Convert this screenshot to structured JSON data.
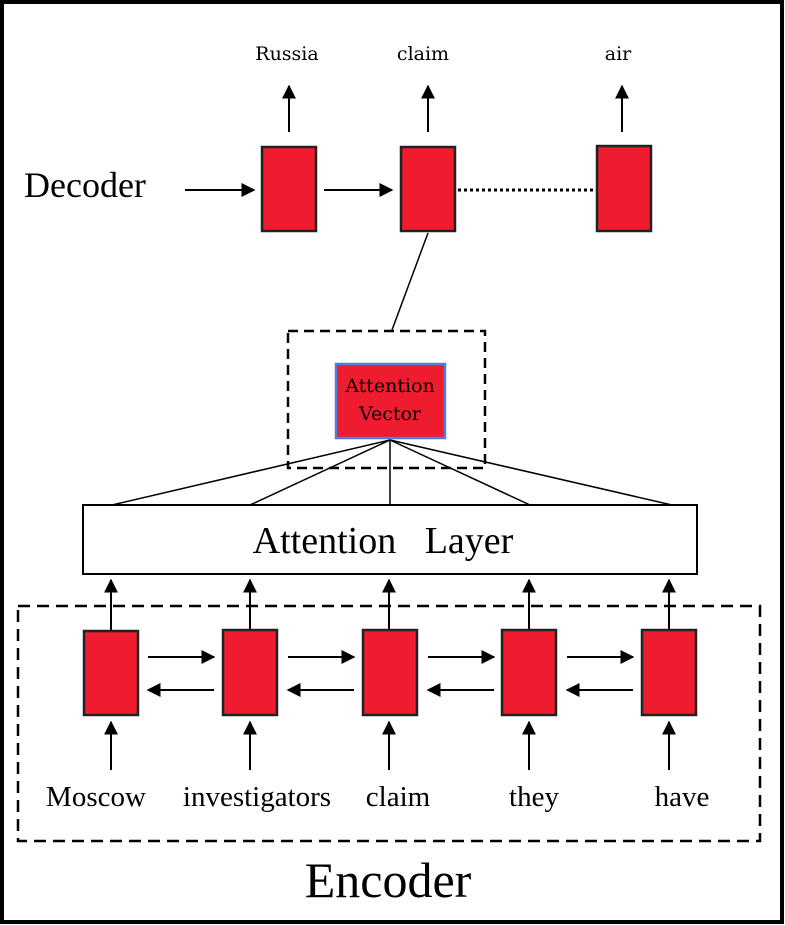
{
  "decoder": {
    "label": "Decoder",
    "outputs": [
      "Russia",
      "claim",
      "air"
    ]
  },
  "attention_vector": {
    "line1": "Attention",
    "line2": "Vector"
  },
  "attention_layer": {
    "label": "Attention   Layer"
  },
  "encoder": {
    "label": "Encoder",
    "inputs": [
      "Moscow",
      "investigators",
      "claim",
      "they",
      "have"
    ]
  },
  "colors": {
    "cell_fill": "#ee1c2e",
    "cell_border": "#222222",
    "vector_border": "#4f7fd8",
    "line": "#000000"
  }
}
